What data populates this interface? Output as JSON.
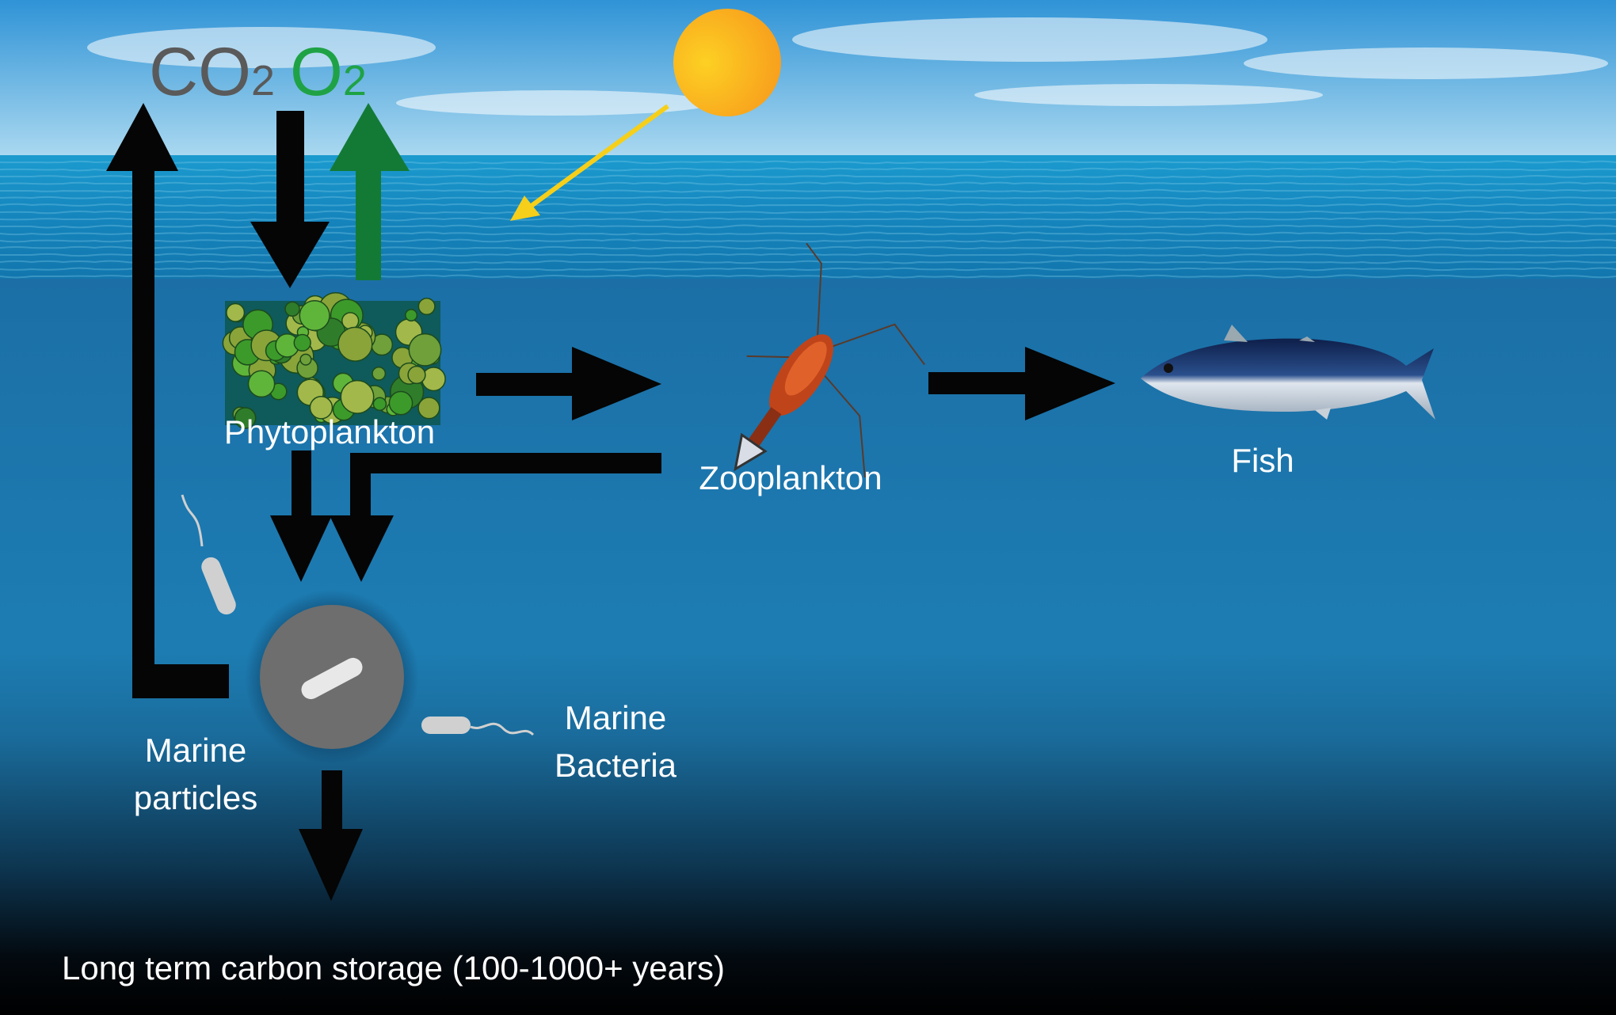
{
  "title": "Ocean biological carbon pump",
  "gases": {
    "co2_base": "CO",
    "co2_sub": "2",
    "o2_base": "O",
    "o2_sub": "2"
  },
  "labels": {
    "phytoplankton": "Phytoplankton",
    "zooplankton": "Zooplankton",
    "fish": "Fish",
    "marine_particles_line1": "Marine",
    "marine_particles_line2": "particles",
    "marine_bacteria_line1": "Marine",
    "marine_bacteria_line2": "Bacteria",
    "storage": "Long term carbon storage (100-1000+ years)"
  },
  "colors": {
    "co2": "#5a5a5a",
    "o2": "#1fa245",
    "green_arrow": "#137a36",
    "sun": "#fbb216",
    "sunray": "#f6cf1a",
    "arrow": "#050505"
  }
}
